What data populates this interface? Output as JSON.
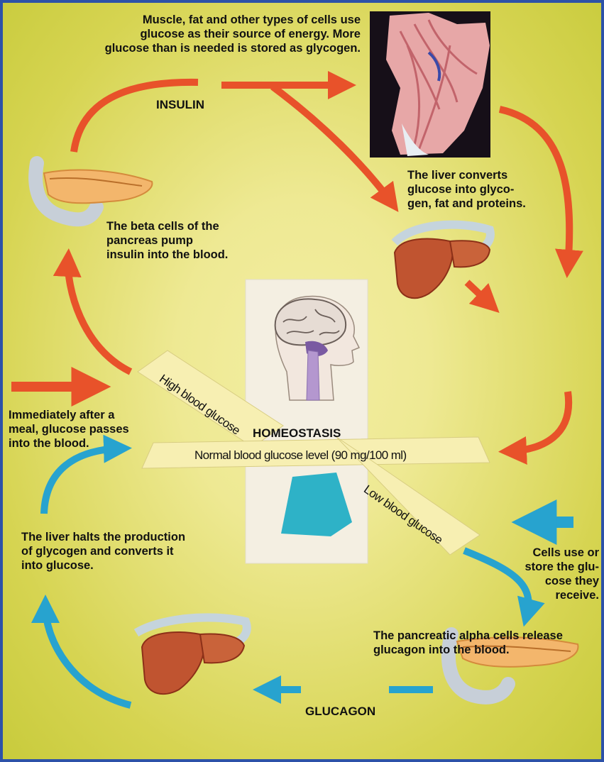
{
  "captions": {
    "muscle": "Muscle, fat and other types of cells use\nglucose as their source of energy. More\nglucose than is needed is stored as glycogen.",
    "insulin_label": "INSULIN",
    "liver_converts": "The liver converts\nglucose into glyco-\ngen, fat and proteins.",
    "beta_cells": "The beta cells of the\npancreas pump\ninsulin into the blood.",
    "after_meal": "Immediately after a\nmeal, glucose passes\ninto the blood.",
    "homeostasis": "HOMEOSTASIS",
    "normal_level": "Normal blood glucose level (90 mg/100 ml)",
    "high_glucose": "High blood glucose",
    "low_glucose": "Low blood glucose",
    "liver_halts": "The liver halts the production\nof glycogen and converts it\ninto glucose.",
    "cells_use": "Cells use or\nstore the glu-\ncose they\nreceive.",
    "alpha_cells": "The pancreatic alpha cells release\nglucagon into the blood.",
    "glucagon_label": "GLUCAGON"
  },
  "colors": {
    "insulin_arrow": "#e8522a",
    "glucagon_arrow": "#27a3cf",
    "border": "#2d52a8",
    "band": "#f7efb2"
  }
}
